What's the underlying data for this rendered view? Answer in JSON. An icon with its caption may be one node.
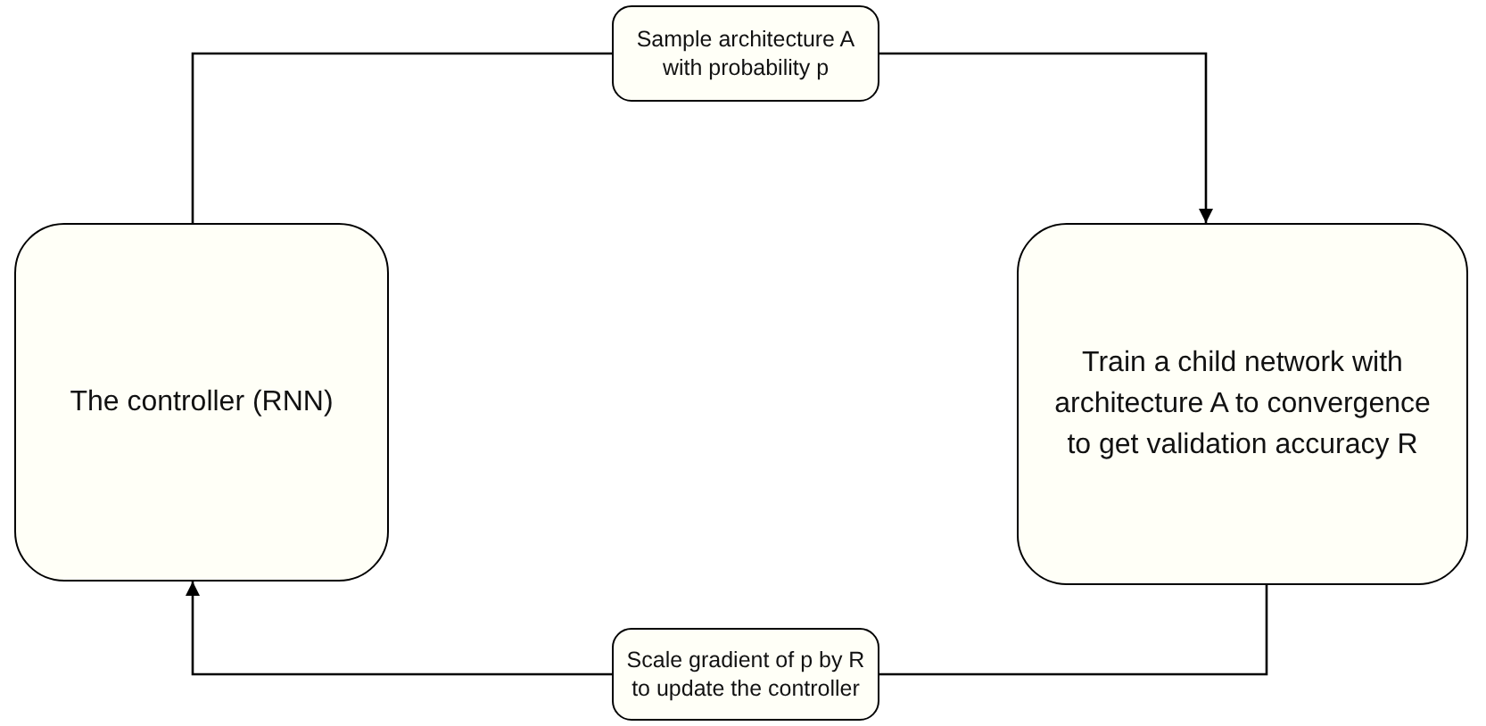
{
  "diagram": {
    "nodes": [
      {
        "text": [
          "The controller (RNN)"
        ]
      },
      {
        "text": [
          "Train a child network with architecture A to convergence to get validation accuracy R"
        ]
      },
      {
        "text": [
          "Sample architecture A with probability p"
        ]
      },
      {
        "text": [
          "Scale gradient of p by R to update the controller"
        ]
      }
    ],
    "edges": [
      {
        "from": 0,
        "to": 2,
        "arrow": "none"
      },
      {
        "from": 2,
        "to": 1,
        "arrow": "to"
      },
      {
        "from": 1,
        "to": 3,
        "arrow": "none"
      },
      {
        "from": 3,
        "to": 0,
        "arrow": "to"
      }
    ]
  }
}
